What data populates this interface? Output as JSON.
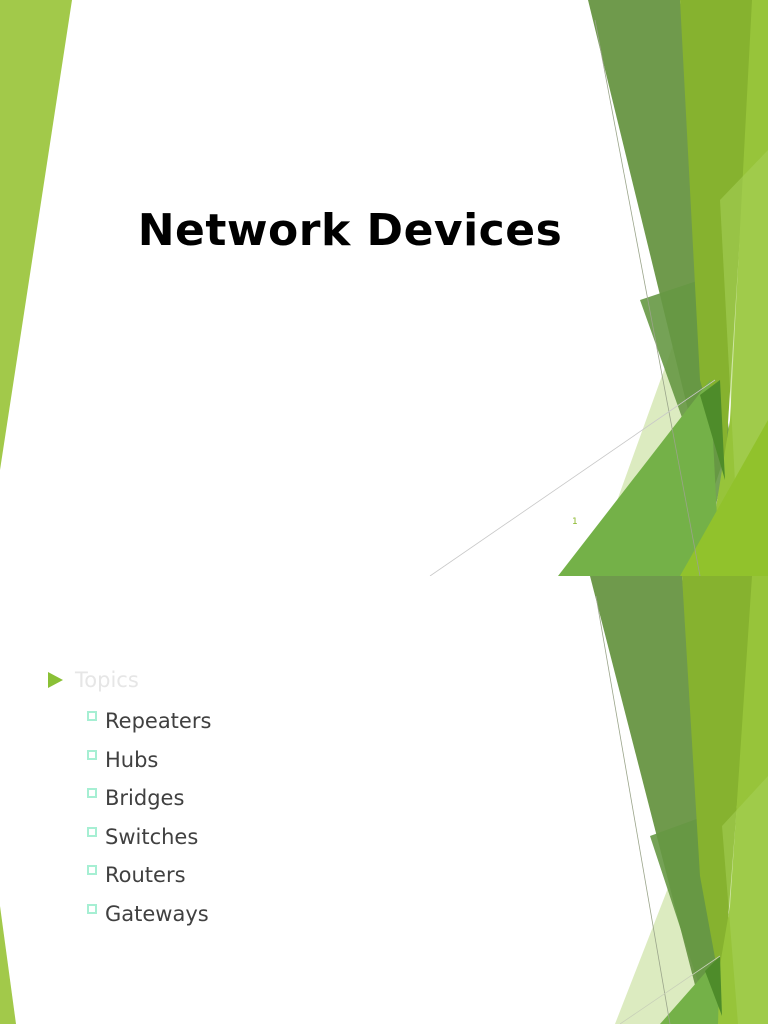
{
  "slides": [
    {
      "title": "Network Devices",
      "slide_number": "1"
    },
    {
      "heading": "Topics",
      "topics": [
        "Repeaters",
        "Hubs",
        "Bridges",
        "Switches",
        "Routers",
        "Gateways"
      ]
    }
  ],
  "icons": {
    "heading_bullet": "triangle-arrow-right",
    "item_bullet": "hollow-square"
  },
  "colors": {
    "accent_light_green": "#a2c94a",
    "dark_green": "#6f9a4c",
    "mid_green": "#86b22f",
    "bright_green": "#97c43a",
    "pale_green": "#dcebc0",
    "bullet_square": "#a6efd3",
    "heading_text": "#e6e6e6",
    "body_text": "#404040"
  }
}
